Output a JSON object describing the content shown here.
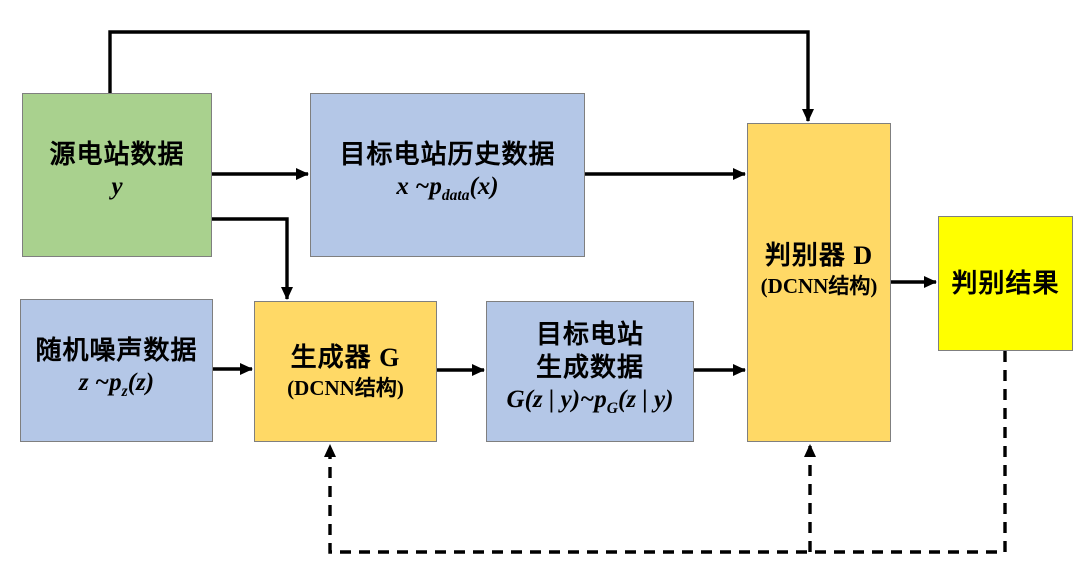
{
  "colors": {
    "green": "#a9d18e",
    "blue": "#b4c7e7",
    "gold": "#ffd966",
    "yellow": "#ffff00",
    "border": "#7f7f7f",
    "arrow": "#000000",
    "background": "#ffffff"
  },
  "boxes": {
    "source": {
      "label": "源电站数据",
      "formula": {
        "pre": "y",
        "sub": "",
        "post": ""
      }
    },
    "target_history": {
      "label": "目标电站历史数据",
      "formula": {
        "pre": "x ~p",
        "sub": "data",
        "post": "(x)"
      }
    },
    "noise": {
      "label": "随机噪声数据",
      "formula": {
        "pre": "z ~p",
        "sub": "z",
        "post": "(z)"
      }
    },
    "generator": {
      "label": "生成器 G",
      "sublabel": "(DCNN结构)"
    },
    "generated": {
      "label1": "目标电站",
      "label2": "生成数据",
      "formula": {
        "pre": "G(z | y)~p",
        "sub": "G",
        "post": "(z | y)"
      }
    },
    "discriminator": {
      "label": "判别器 D",
      "sublabel": "(DCNN结构)"
    },
    "result": {
      "label": "判别结果"
    }
  }
}
